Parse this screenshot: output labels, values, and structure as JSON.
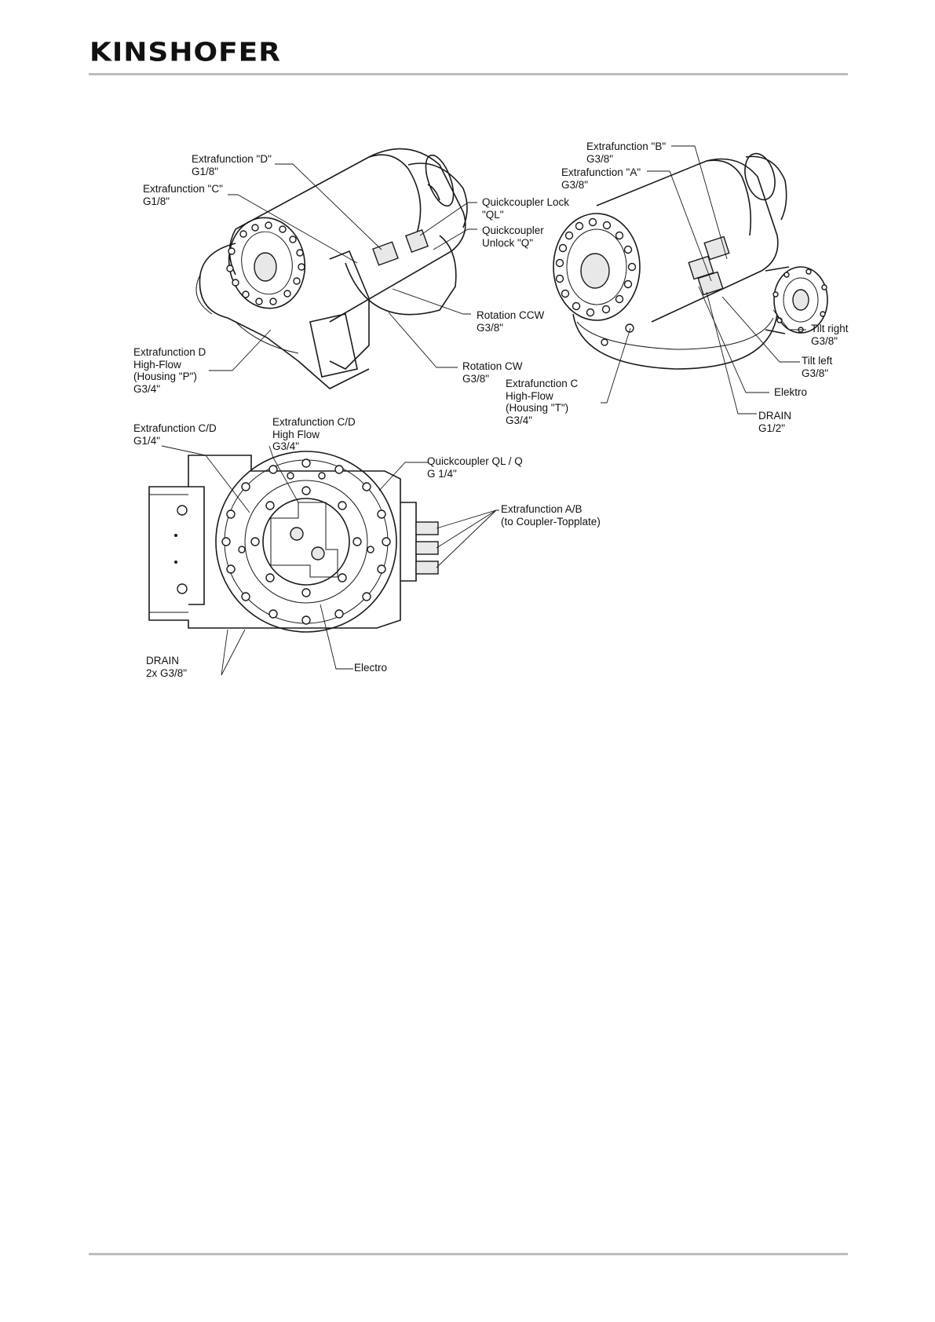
{
  "header": {
    "brand": "KINSHOFER"
  },
  "figure_top_left": {
    "labels": {
      "xf_d": "Extrafunction \"D\"\nG1/8\"",
      "xf_c": "Extrafunction \"C\"\nG1/8\"",
      "ql": "Quickcoupler Lock\n\"QL\"",
      "q": "Quickcoupler\nUnlock \"Q\"",
      "rot_ccw": "Rotation CCW\nG3/8\"",
      "rot_cw": "Rotation CW\nG3/8\"",
      "xf_d_hf": "Extrafunction D\nHigh-Flow\n(Housing \"P\")\nG3/4\""
    }
  },
  "figure_top_right": {
    "labels": {
      "xf_b": "Extrafunction \"B\"\nG3/8\"",
      "xf_a": "Extrafunction \"A\"\nG3/8\"",
      "tilt_right": "Tilt right\nG3/8\"",
      "tilt_left": "Tilt left\nG3/8\"",
      "elektro": "Elektro",
      "drain": "DRAIN\nG1/2\"",
      "xf_c_hf": "Extrafunction C\nHigh-Flow\n(Housing \"T\")\nG3/4\""
    }
  },
  "figure_bottom": {
    "labels": {
      "xf_cd": "Extrafunction C/D\nG1/4\"",
      "xf_cd_hf": "Extrafunction C/D\nHigh Flow\nG3/4\"",
      "qc_ql_q": "Quickcoupler QL / Q\nG 1/4\"",
      "xf_ab": "Extrafunction A/B\n(to Coupler-Topplate)",
      "drain": "DRAIN\n2x G3/8\"",
      "electro": "Electro"
    }
  }
}
